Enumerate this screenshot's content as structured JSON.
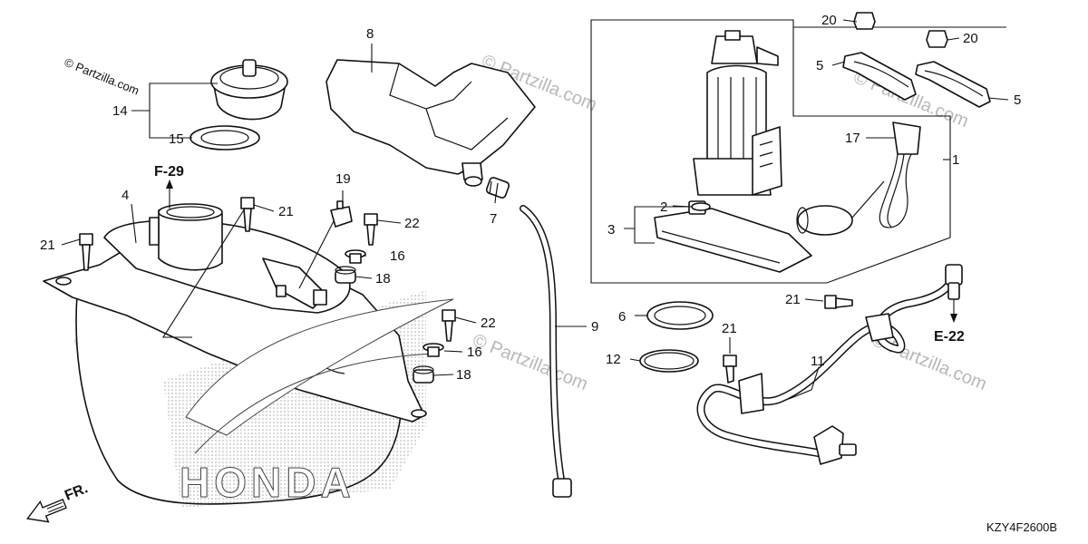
{
  "watermarks": {
    "top_left": "© Partzilla.com",
    "repeat": "© Partzilla.com"
  },
  "brand_logo_text": "HONDA",
  "references": {
    "f29": "F-29",
    "e22": "E-22",
    "front": "FR."
  },
  "diagram_code": "KZY4F2600B",
  "callouts": {
    "c1": "1",
    "c2": "2",
    "c3": "3",
    "c4": "4",
    "c5a": "5",
    "c5b": "5",
    "c6": "6",
    "c7": "7",
    "c8": "8",
    "c9": "9",
    "c11": "11",
    "c12": "12",
    "c14": "14",
    "c15": "15",
    "c16a": "16",
    "c16b": "16",
    "c17": "17",
    "c18a": "18",
    "c18b": "18",
    "c19": "19",
    "c20a": "20",
    "c20b": "20",
    "c21a": "21",
    "c21b": "21",
    "c21c": "21",
    "c21d": "21",
    "c22a": "22",
    "c22b": "22"
  },
  "colors": {
    "line": "#111111",
    "watermark": "#b8b8b8",
    "background": "#ffffff"
  }
}
